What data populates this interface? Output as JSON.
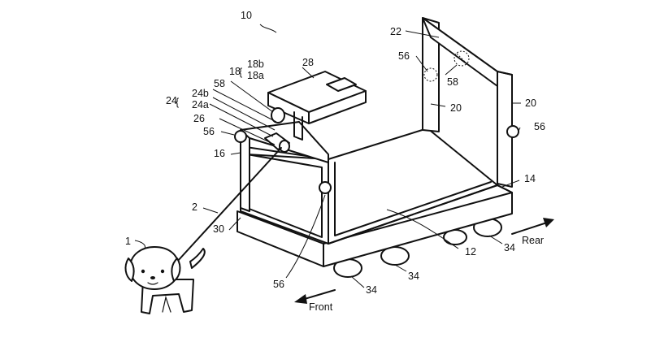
{
  "figure": {
    "ref_10": "10",
    "ref_22": "22",
    "ref_56_top": "56",
    "ref_58_top": "58",
    "ref_20_left": "20",
    "ref_20_right": "20",
    "ref_56_right": "56",
    "ref_28": "28",
    "ref_18": "18",
    "ref_18b": "18b",
    "ref_18a": "18a",
    "ref_58_left": "58",
    "ref_24": "24",
    "ref_24b": "24b",
    "ref_24a": "24a",
    "ref_26": "26",
    "ref_56_left": "56",
    "ref_16": "16",
    "ref_14": "14",
    "ref_2": "2",
    "ref_30": "30",
    "ref_1": "1",
    "ref_12": "12",
    "ref_34_right": "34",
    "ref_34_mid": "34",
    "ref_34_bottom": "34",
    "ref_56_bottom": "56",
    "label_rear": "Rear",
    "label_front": "Front"
  }
}
